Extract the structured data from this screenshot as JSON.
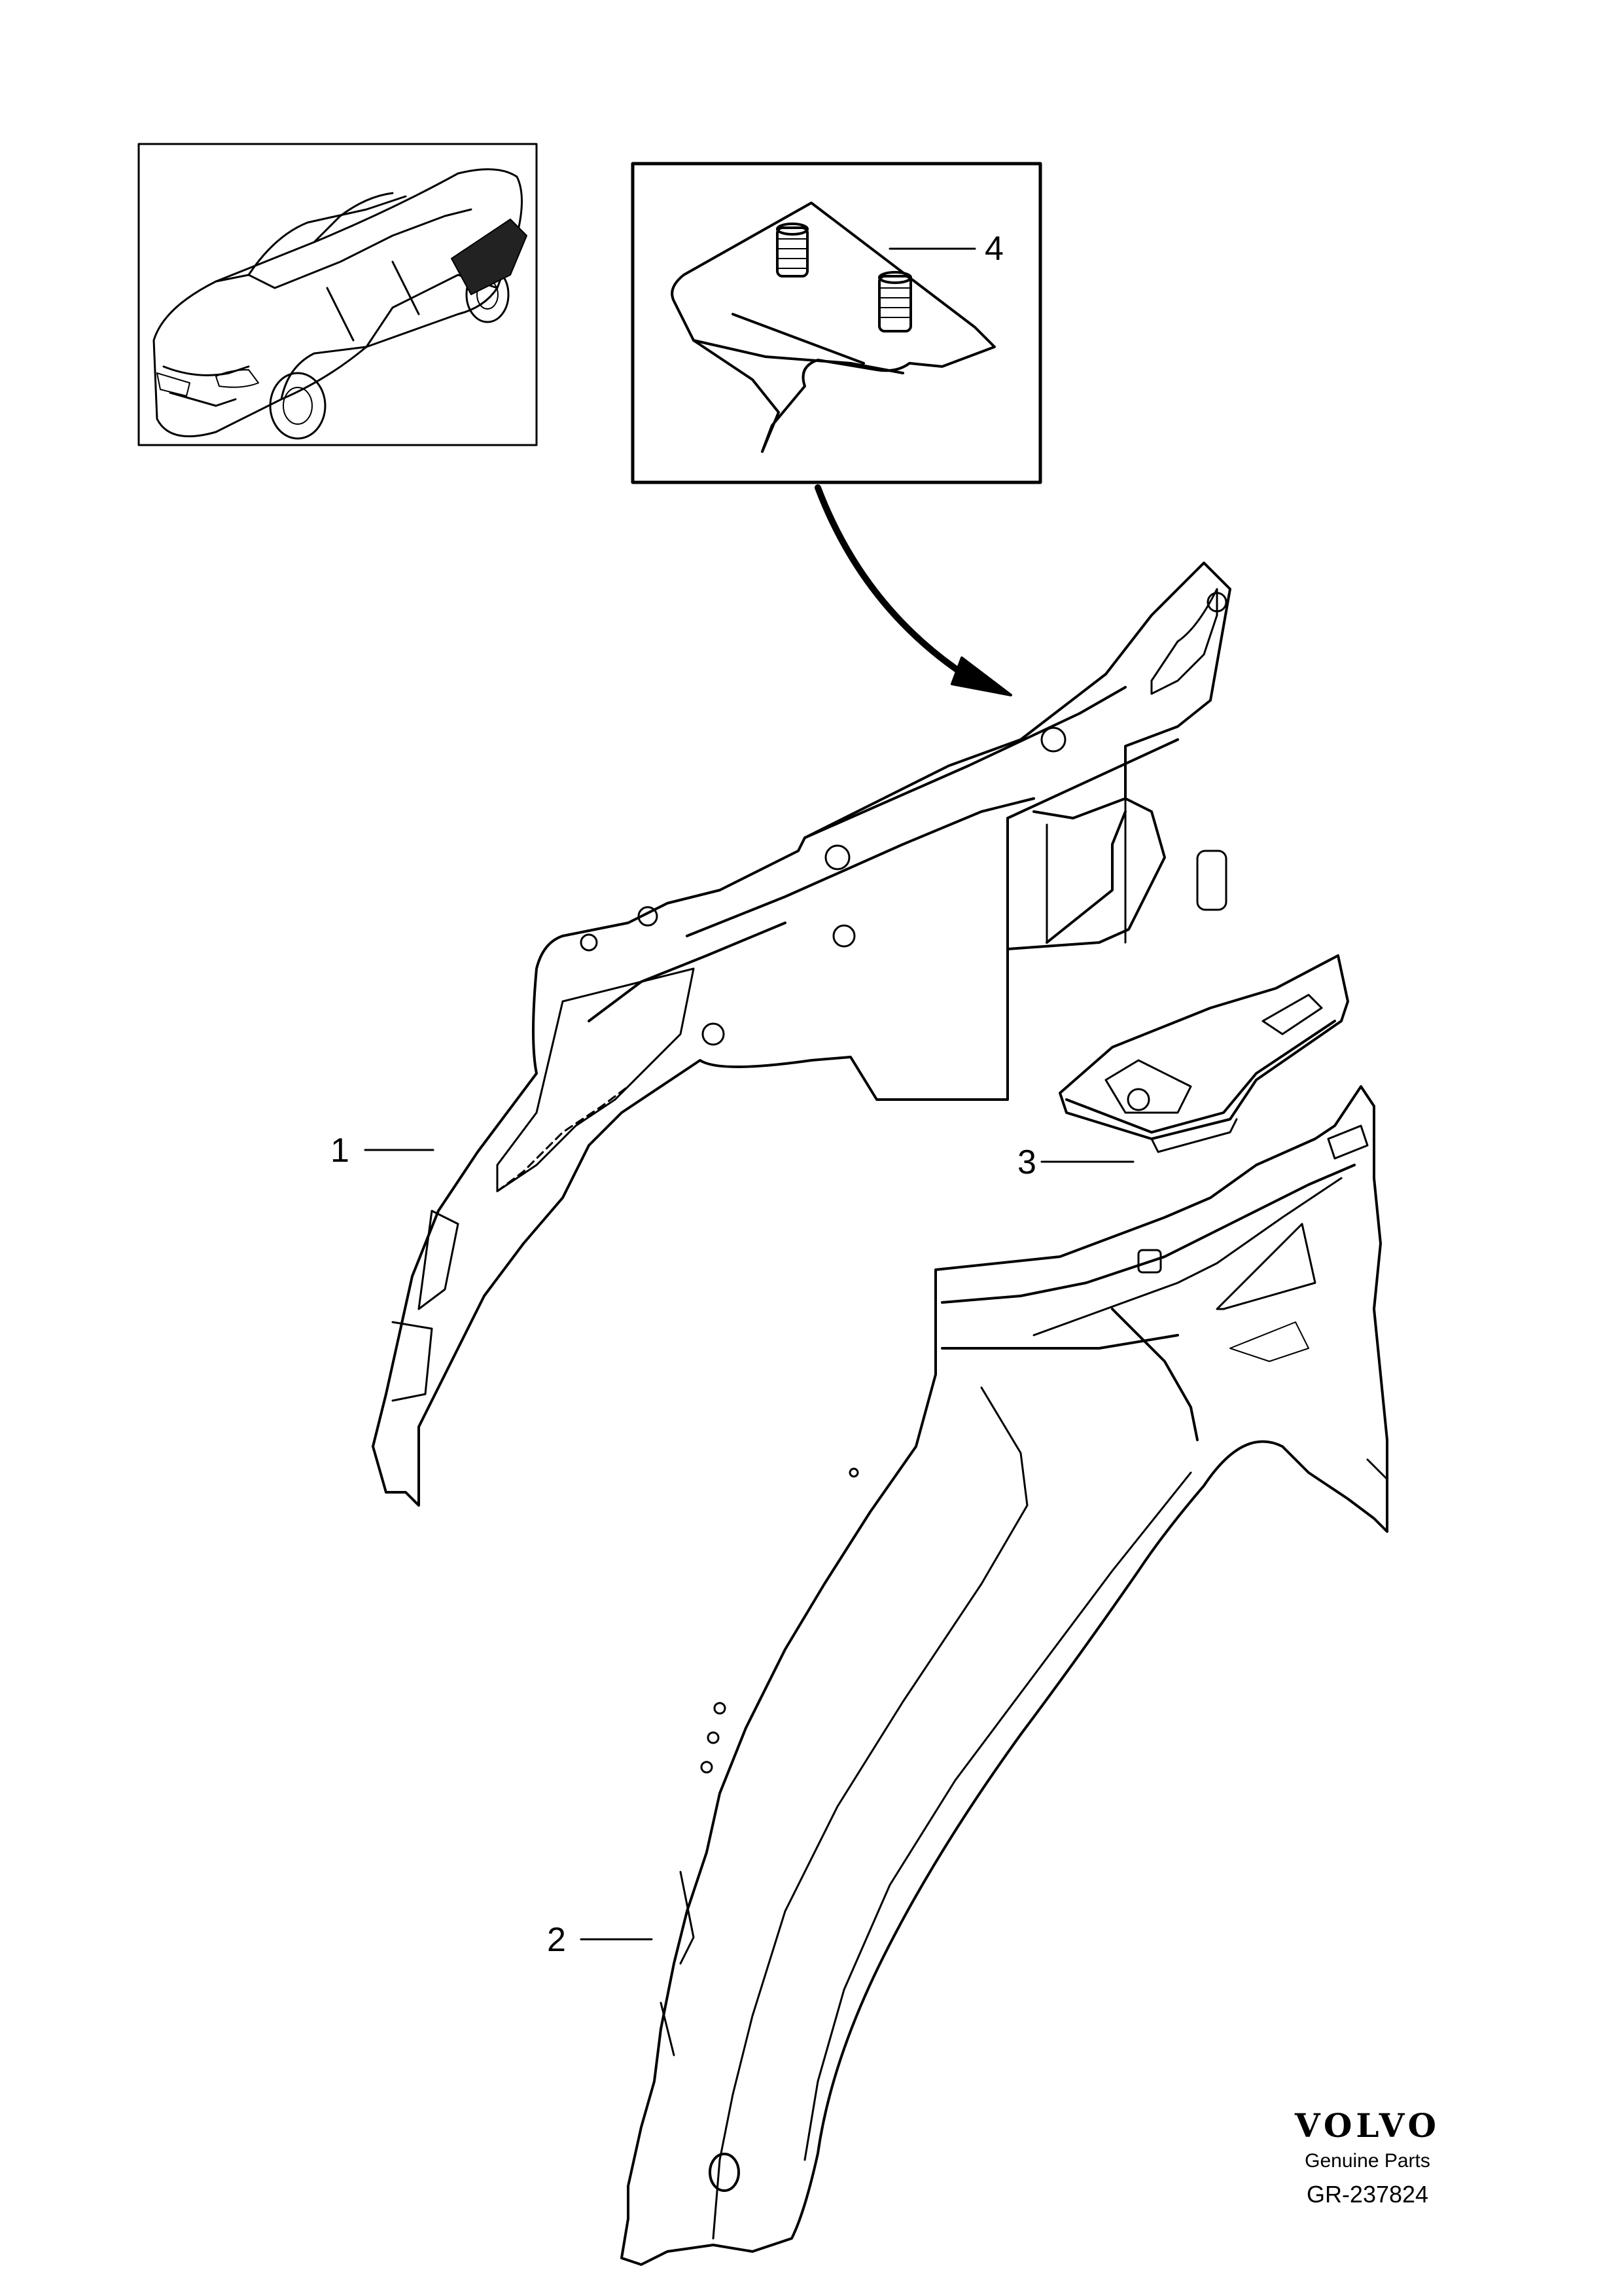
{
  "callouts": [
    {
      "id": "1",
      "label": "1"
    },
    {
      "id": "2",
      "label": "2"
    },
    {
      "id": "3",
      "label": "3"
    },
    {
      "id": "4",
      "label": "4"
    }
  ],
  "brand": {
    "logo": "VOLVO",
    "subtitle": "Genuine Parts",
    "ref_code": "GR-237824"
  }
}
